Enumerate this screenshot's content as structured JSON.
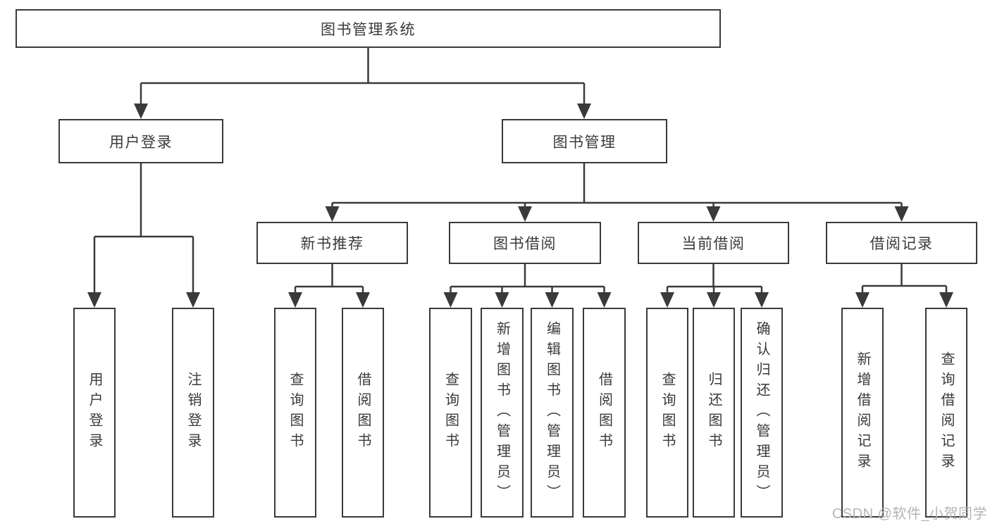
{
  "colors": {
    "line": "#3a3a3a",
    "text": "#3a3a3a",
    "node_fill": "#ffffff",
    "watermark": "#b5b5b5"
  },
  "diagram": {
    "root": {
      "label": "图书管理系统"
    },
    "level2": [
      {
        "id": "user-login",
        "label": "用户登录"
      },
      {
        "id": "book-management",
        "label": "图书管理"
      }
    ],
    "level3": [
      {
        "id": "new-book-recommend",
        "label": "新书推荐"
      },
      {
        "id": "book-borrow",
        "label": "图书借阅"
      },
      {
        "id": "current-borrow",
        "label": "当前借阅"
      },
      {
        "id": "borrow-records",
        "label": "借阅记录"
      }
    ],
    "leaves": {
      "user_login": [
        {
          "label": "用户登录"
        },
        {
          "label": "注销登录"
        }
      ],
      "new_book_recommend": [
        {
          "label": "查询图书"
        },
        {
          "label": "借阅图书"
        }
      ],
      "book_borrow": [
        {
          "label": "查询图书"
        },
        {
          "label": "新增图书（管理员）"
        },
        {
          "label": "编辑图书（管理员）"
        },
        {
          "label": "借阅图书"
        }
      ],
      "current_borrow": [
        {
          "label": "查询图书"
        },
        {
          "label": "归还图书"
        },
        {
          "label": "确认归还（管理员）"
        }
      ],
      "borrow_records": [
        {
          "label": "新增借阅记录"
        },
        {
          "label": "查询借阅记录"
        }
      ]
    }
  },
  "watermark": {
    "text": "CSDN @软件_小贺同学"
  }
}
